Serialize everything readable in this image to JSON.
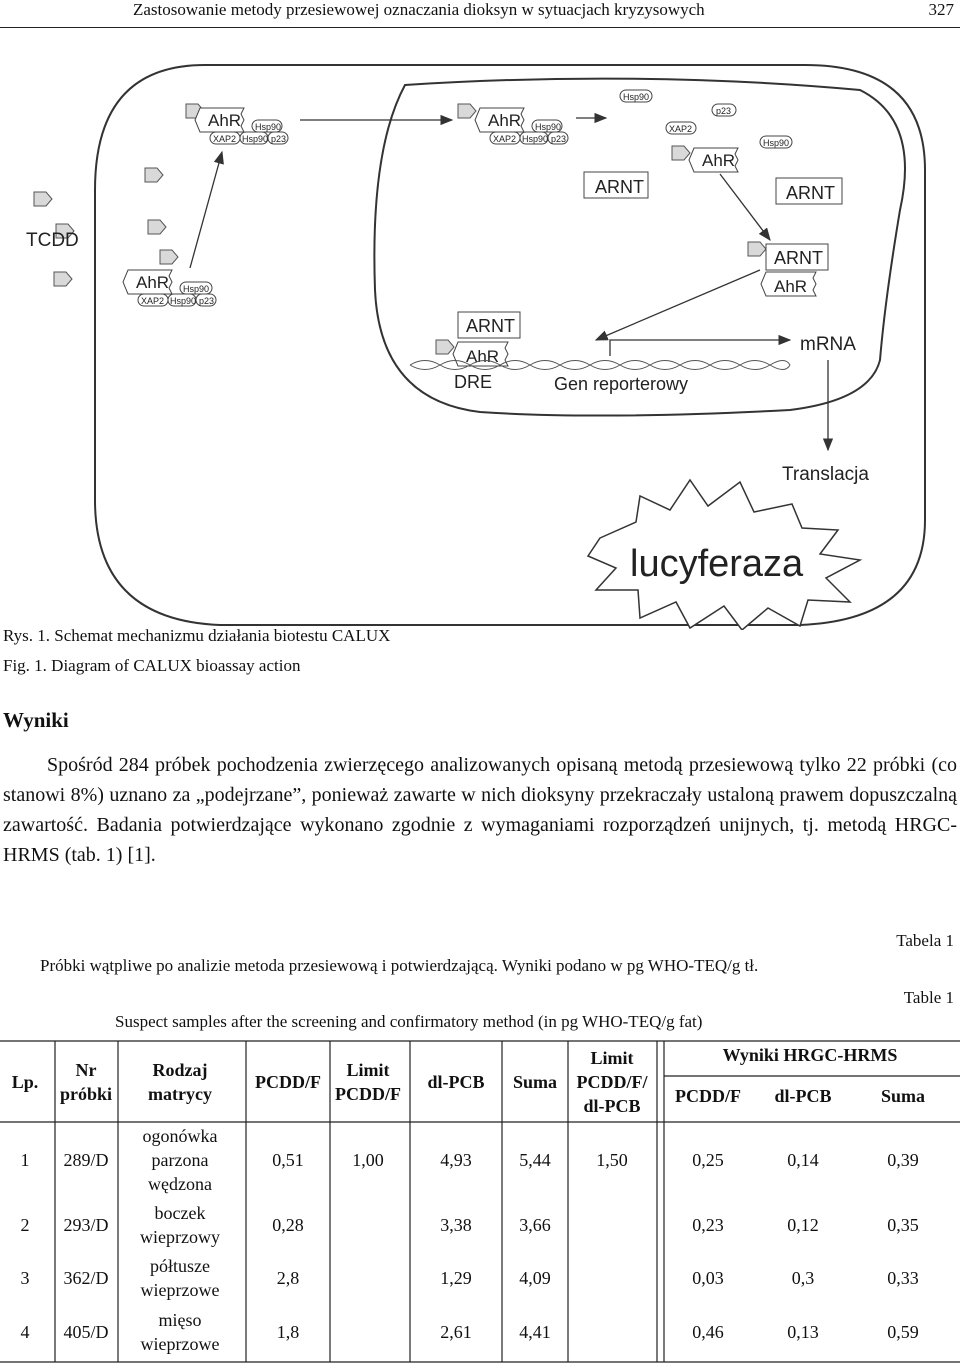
{
  "header": {
    "running_title": "Zastosowanie metody przesiewowej oznaczania dioksyn w sytuacjach kryzysowych",
    "page_number": "327"
  },
  "diagram": {
    "tcdd": "TCDD",
    "complex_left": {
      "ahr": "AhR",
      "hsp90_top": "Hsp90",
      "xap2": "XAP2",
      "hsp90": "Hsp90",
      "p23": "p23"
    },
    "complex_top1": {
      "ahr": "AhR",
      "hsp90_top": "Hsp90",
      "xap2": "XAP2",
      "hsp90": "Hsp90",
      "p23": "p23"
    },
    "complex_top2": {
      "ahr": "AhR",
      "hsp90_top": "Hsp90",
      "xap2": "XAP2",
      "hsp90": "Hsp90",
      "p23": "p23"
    },
    "dissoc": {
      "hsp90_a": "Hsp90",
      "xap2": "XAP2",
      "p23": "p23",
      "ahr": "AhR",
      "hsp90_b": "Hsp90"
    },
    "arnt_nucleus": "ARNT",
    "arnt_cyto": "ARNT",
    "dimer": {
      "arnt": "ARNT",
      "ahr": "AhR"
    },
    "dna_complex": {
      "arnt": "ARNT",
      "ahr": "AhR"
    },
    "dre": "DRE",
    "gene": "Gen reporterowy",
    "mrna": "mRNA",
    "translation": "Translacja",
    "product": "lucyferaza"
  },
  "captions": {
    "pl": "Rys. 1. Schemat mechanizmu działania biotestu CALUX",
    "en": "Fig. 1. Diagram of CALUX bioassay action"
  },
  "section_title": "Wyniki",
  "paragraph": "Spośród 284 próbek pochodzenia zwierzęcego analizowanych opisaną metodą przesiewową tylko 22 próbki (co stanowi 8%) uznano za „podejrzane”, ponieważ zawarte w nich dioksyny przekraczały ustaloną prawem dopuszczalną zawartość. Badania potwierdzające wykonano zgodnie z wymaganiami rozporządzeń unijnych, tj. metodą HRGC-HRMS (tab. 1) [1].",
  "table": {
    "label_pl": "Tabela 1",
    "title_pl": "Próbki wątpliwe po analizie metoda przesiewową i potwierdzającą. Wyniki podano w pg WHO-TEQ/g tł.",
    "label_en": "Table 1",
    "title_en": "Suspect samples after the screening  and confirmatory method  (in pg WHO-TEQ/g fat)",
    "headers": {
      "lp": "Lp.",
      "nr": [
        "Nr",
        "próbki"
      ],
      "rodzaj": [
        "Rodzaj",
        "matrycy"
      ],
      "pcdd": "PCDD/F",
      "limit_pcdd": [
        "Limit",
        "PCDD/F"
      ],
      "dlpcb": "dl-PCB",
      "suma": "Suma",
      "limit_total": [
        "Limit",
        "PCDD/F/",
        "dl-PCB"
      ],
      "hrgc_group": "Wyniki HRGC-HRMS",
      "hrgc_pcdd": "PCDD/F",
      "hrgc_dlpcb": "dl-PCB",
      "hrgc_suma": "Suma"
    },
    "limits": {
      "pcdd": "1,00",
      "total": "1,50"
    },
    "rows": [
      {
        "lp": "1",
        "nr": "289/D",
        "matrix": [
          "ogonówka",
          "parzona",
          "wędzona"
        ],
        "pcdd": "0,51",
        "dlpcb": "4,93",
        "suma": "5,44",
        "h_pcdd": "0,25",
        "h_dlpcb": "0,14",
        "h_suma": "0,39"
      },
      {
        "lp": "2",
        "nr": "293/D",
        "matrix": [
          "boczek",
          "wieprzowy"
        ],
        "pcdd": "0,28",
        "dlpcb": "3,38",
        "suma": "3,66",
        "h_pcdd": "0,23",
        "h_dlpcb": "0,12",
        "h_suma": "0,35"
      },
      {
        "lp": "3",
        "nr": "362/D",
        "matrix": [
          "półtusze",
          "wieprzowe"
        ],
        "pcdd": "2,8",
        "dlpcb": "1,29",
        "suma": "4,09",
        "h_pcdd": "0,03",
        "h_dlpcb": "0,3",
        "h_suma": "0,33"
      },
      {
        "lp": "4",
        "nr": "405/D",
        "matrix": [
          "mięso",
          "wieprzowe"
        ],
        "pcdd": "1,8",
        "dlpcb": "2,61",
        "suma": "4,41",
        "h_pcdd": "0,46",
        "h_dlpcb": "0,13",
        "h_suma": "0,59"
      }
    ]
  }
}
